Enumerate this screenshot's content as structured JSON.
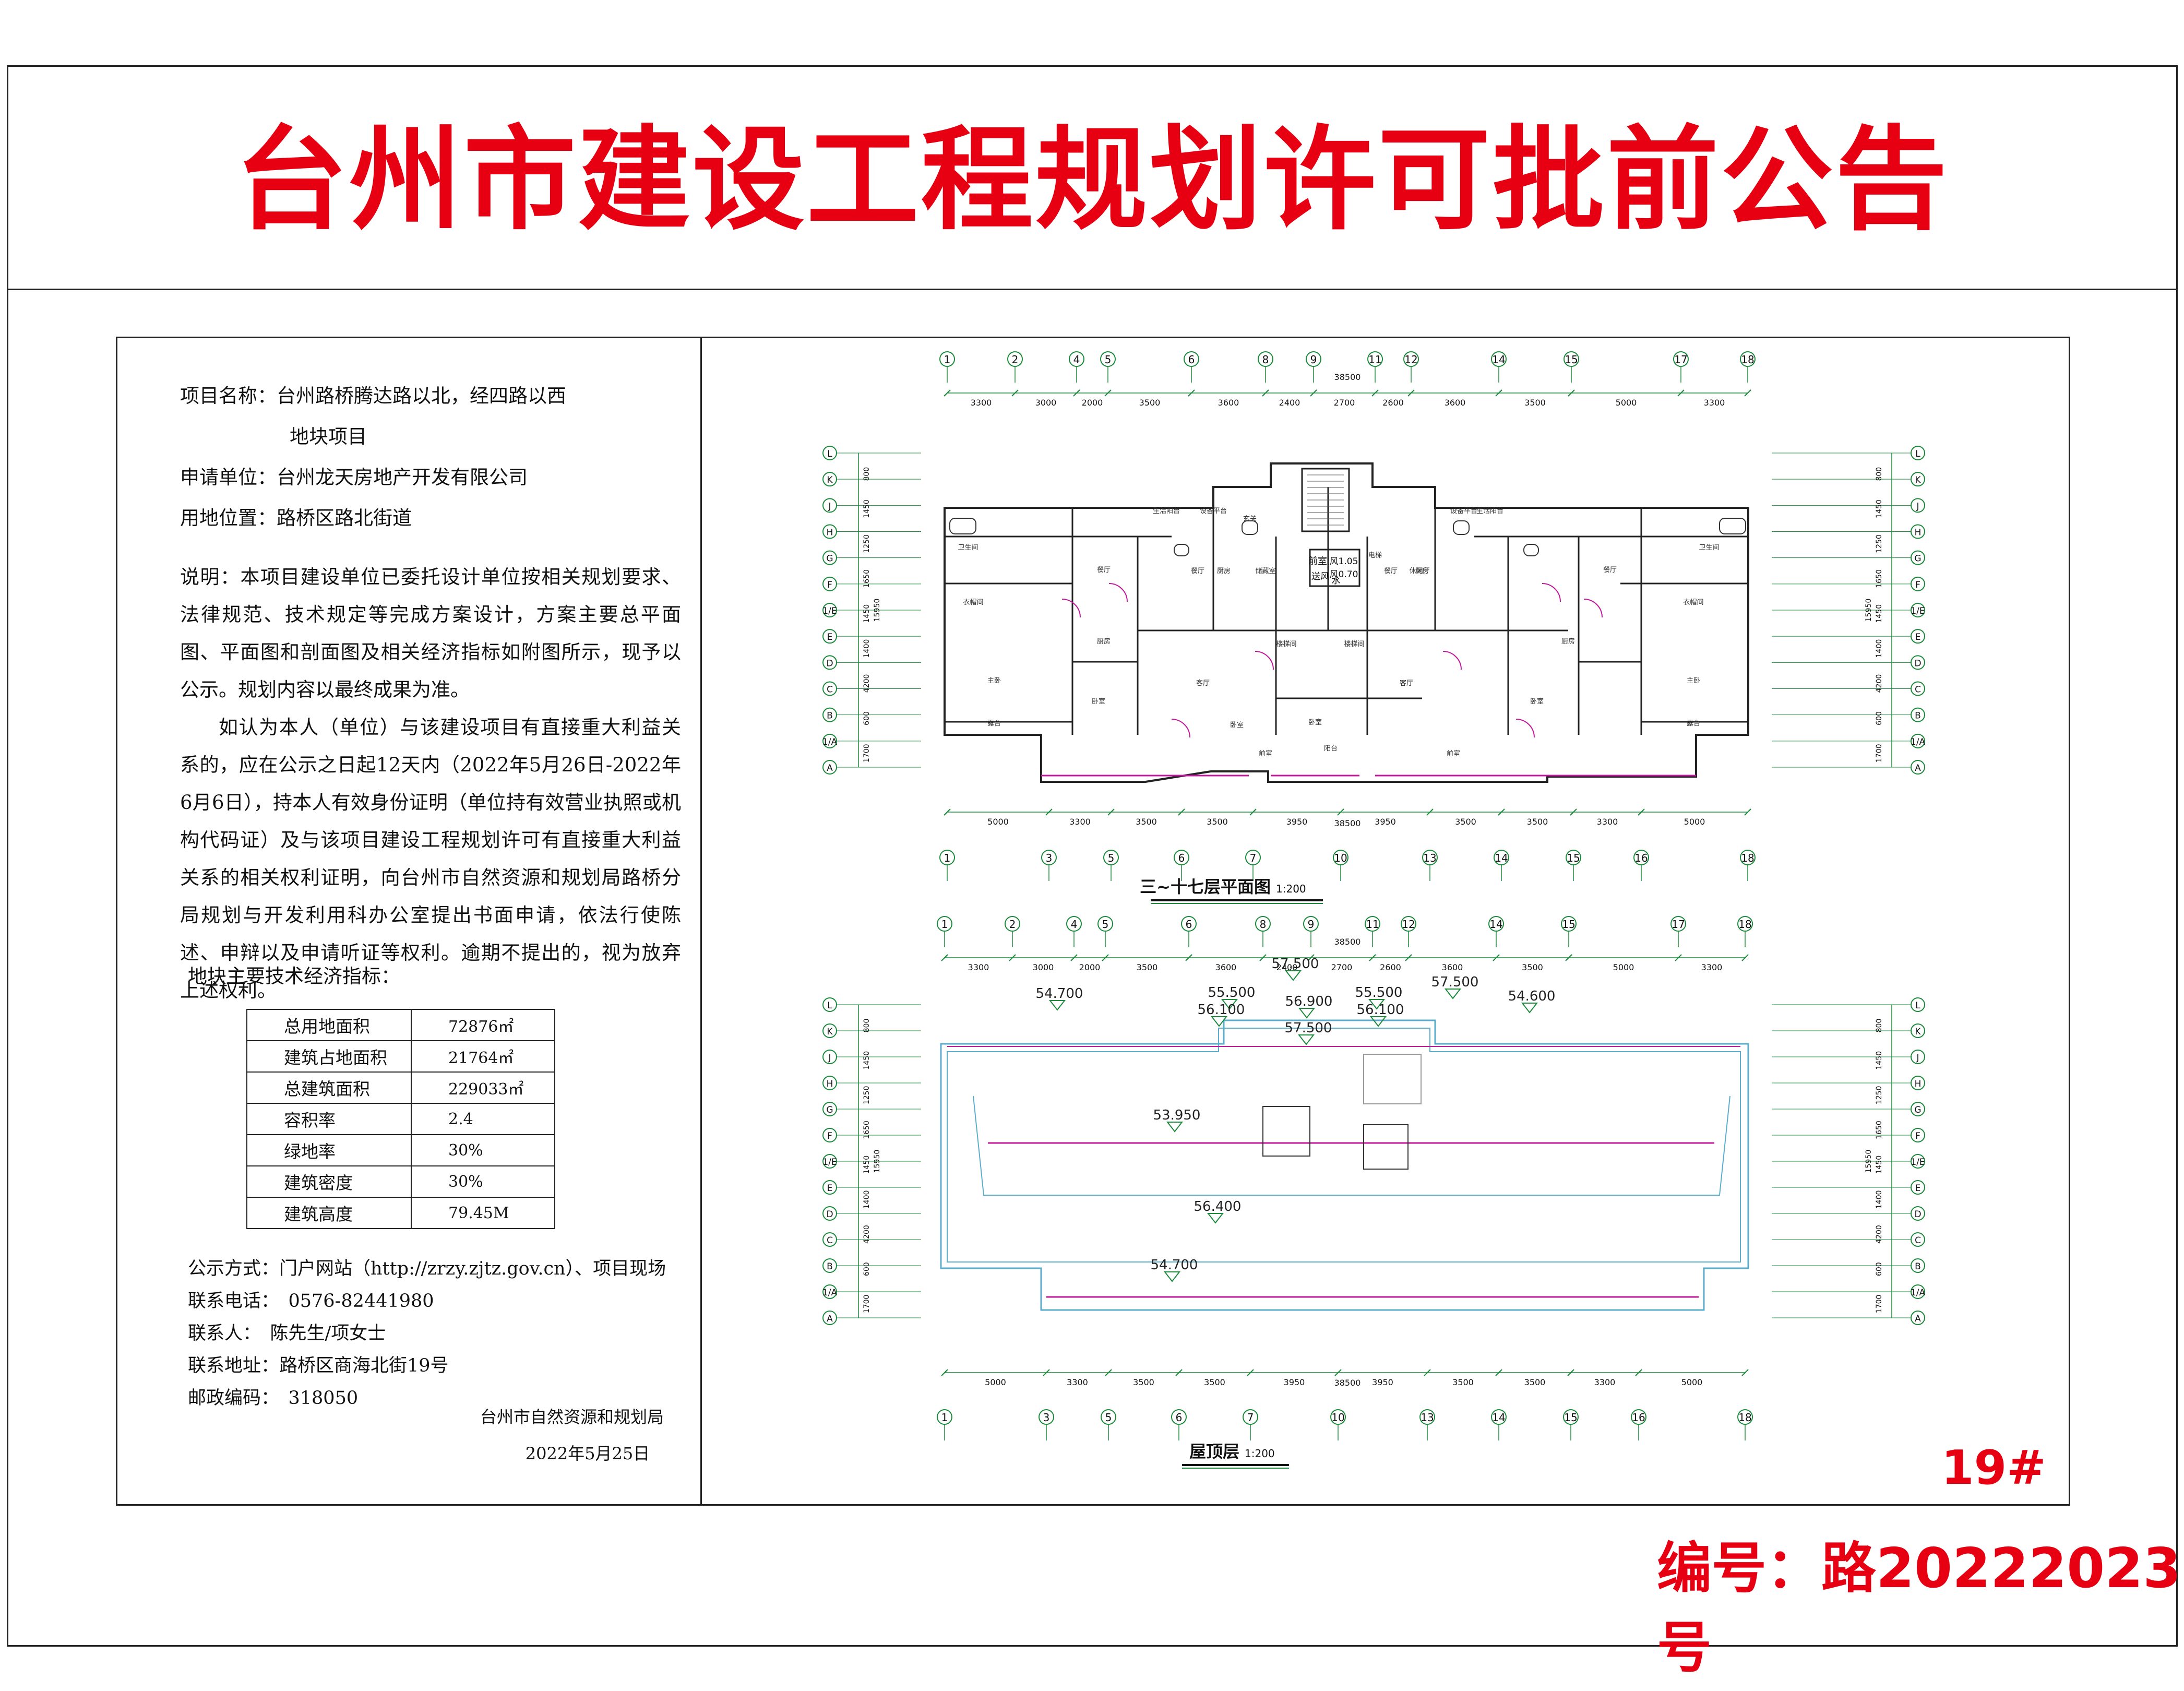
{
  "header": {
    "title": "台州市建设工程规划许可批前公告"
  },
  "project": {
    "name_label": "项目名称：",
    "name_line1": "台州路桥腾达路以北，经四路以西",
    "name_line2": "地块项目",
    "applicant_label": "申请单位：",
    "applicant": "台州龙天房地产开发有限公司",
    "location_label": "用地位置：",
    "location": "路桥区路北街道"
  },
  "description": {
    "para1": "说明：本项目建设单位已委托设计单位按相关规划要求、法律规范、技术规定等完成方案设计，方案主要总平面图、平面图和剖面图及相关经济指标如附图所示，现予以公示。规划内容以最终成果为准。",
    "para2": "如认为本人（单位）与该建设项目有直接重大利益关系的，应在公示之日起12天内（2022年5月26日-2022年6月6日），持本人有效身份证明（单位持有效营业执照或机构代码证）及与该项目建设工程规划许可有直接重大利益关系的相关权利证明，向台州市自然资源和规划局路桥分局规划与开发利用科办公室提出书面申请，依法行使陈述、申辩以及申请听证等权利。逾期不提出的，视为放弃上述权利。"
  },
  "indicators": {
    "title": "地块主要技术经济指标：",
    "rows": [
      {
        "label": "总用地面积",
        "value": "72876㎡"
      },
      {
        "label": "建筑占地面积",
        "value": "21764㎡"
      },
      {
        "label": "总建筑面积",
        "value": "229033㎡"
      },
      {
        "label": "容积率",
        "value": "2.4"
      },
      {
        "label": "绿地率",
        "value": "30%"
      },
      {
        "label": "建筑密度",
        "value": "30%"
      },
      {
        "label": "建筑高度",
        "value": "79.45M"
      }
    ]
  },
  "contact": {
    "method": "公示方式：门户网站（http://zrzy.zjtz.gov.cn）、项目现场",
    "phone": "联系电话：　0576-82441980",
    "person": "联系人：　陈先生/项女士",
    "address": "联系地址：路桥区商海北街19号",
    "postcode": "邮政编码：　318050"
  },
  "sign": {
    "org": "台州市自然资源和规划局",
    "date": "2022年5月25日"
  },
  "drawing": {
    "plan_title": "三~十七层平面图",
    "plan_scale": "1:200",
    "roof_title": "屋顶层",
    "roof_scale": "1:200",
    "top_axes": [
      "1",
      "2",
      "4",
      "5",
      "6",
      "8",
      "9",
      "11",
      "12",
      "14",
      "15",
      "17",
      "18"
    ],
    "top_dims": [
      "3300",
      "3000",
      "2000",
      "3500",
      "3600",
      "2400",
      "2700",
      "2600",
      "3600",
      "3500",
      "5000",
      "3300"
    ],
    "bottom_axes": [
      "1",
      "3",
      "5",
      "6",
      "7",
      "10",
      "13",
      "14",
      "15",
      "16",
      "18"
    ],
    "bottom_dims": [
      "5000",
      "3300",
      "3500",
      "3500",
      "3950",
      "3950",
      "3500",
      "3500",
      "3300",
      "5000"
    ],
    "total": "38500",
    "rows": [
      "L",
      "K",
      "J",
      "H",
      "G",
      "F",
      "1/E",
      "E",
      "D",
      "C",
      "B",
      "1/A",
      "A"
    ],
    "row_dims": [
      "800",
      "1450",
      "1250",
      "1650",
      "1450",
      "1400",
      "4200",
      "600",
      "1700"
    ],
    "row_total": "15950",
    "rooms": [
      "卫生间",
      "衣帽间",
      "主卧",
      "露台",
      "餐厅",
      "厨房",
      "客厅",
      "卧室",
      "阳台",
      "电梯",
      "前室",
      "楼梯间",
      "玄关",
      "设备平台",
      "书房",
      "储藏室",
      "休闲厅",
      "生活阳台"
    ],
    "elevations": [
      "57.500",
      "54.700",
      "55.500",
      "56.900",
      "55.500",
      "57.500",
      "54.600",
      "56.100",
      "56.100",
      "57.500",
      "53.950",
      "56.400",
      "54.700"
    ],
    "core_labels": [
      "前室",
      "风1.05",
      "风0.70",
      "送风",
      "水"
    ]
  },
  "footer": {
    "building_no": "19#",
    "code": "编号：路20222023号"
  },
  "colors": {
    "title_red": "#e60012",
    "wall_magenta": "#c01a9a",
    "roof_cyan": "#5aaecb",
    "dim_green": "#1a8a3a"
  }
}
